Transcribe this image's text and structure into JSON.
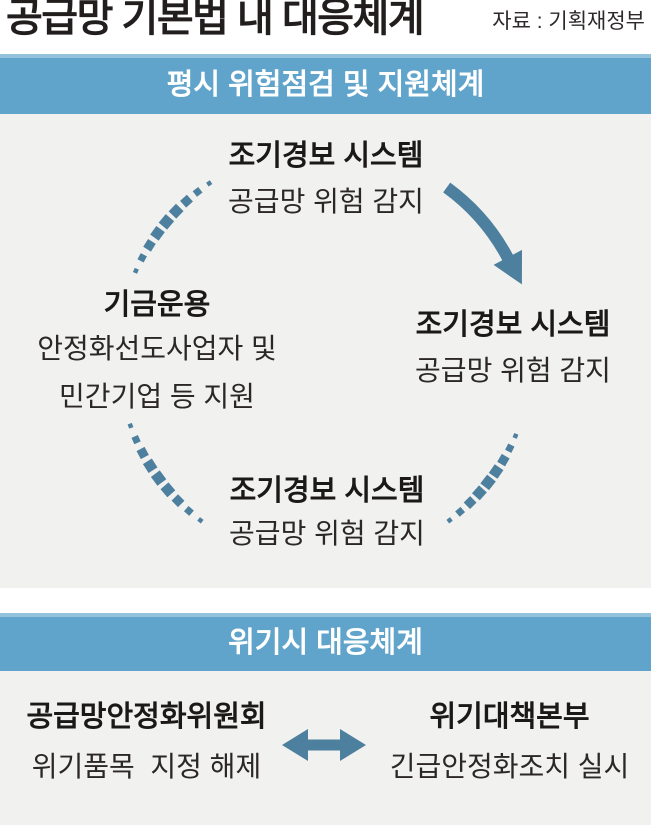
{
  "header": {
    "title": "공급망 기본법 내 대응체계",
    "source": "자료 : 기획재정부"
  },
  "section_peacetime": {
    "banner": "평시 위험점검 및 지원체계",
    "nodes": {
      "top": {
        "title": "조기경보 시스템",
        "desc": "공급망 위험 감지"
      },
      "right": {
        "title": "조기경보 시스템",
        "desc": "공급망 위험 감지"
      },
      "bottom": {
        "title": "조기경보 시스템",
        "desc": "공급망 위험 감지"
      },
      "left": {
        "title": "기금운용",
        "desc_lines": [
          "안정화선도사업자 및",
          "민간기업 등 지원"
        ]
      }
    }
  },
  "section_crisis": {
    "banner": "위기시 대응체계",
    "left": {
      "title": "공급망안정화위원회",
      "desc": "위기품목  지정 해제"
    },
    "right": {
      "title": "위기대책본부",
      "desc": "긴급안정화조치 실시"
    }
  },
  "icons": {
    "cycle_arrow": "curved-solid-arrow",
    "dotted_arcs": "tapered-dash-arc",
    "exchange_arrow": "double-headed-arrow"
  },
  "colors": {
    "banner_blue": "#61a4cb",
    "banner_blue_light_edge": "#93c2dc",
    "connector_teal": "#4d7f9e",
    "background_gray": "#f1f1ef",
    "text_black": "#221e1e",
    "banner_text": "#ffffff"
  }
}
